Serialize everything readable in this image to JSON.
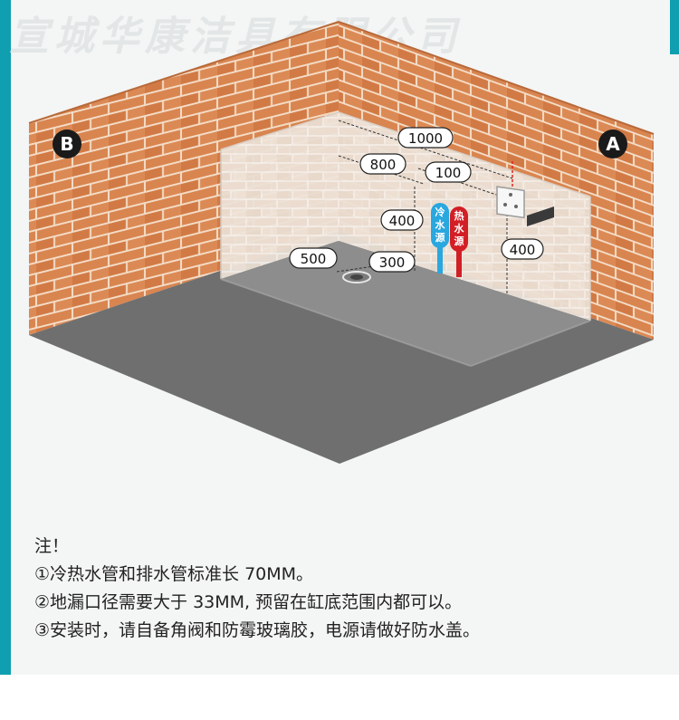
{
  "watermark": "宣城华康洁具有限公司",
  "diagram": {
    "corner_a": "A",
    "corner_b": "B",
    "dimensions": {
      "d1000": "1000",
      "d800": "800",
      "d100": "100",
      "d400_left": "400",
      "d400_right": "400",
      "d500": "500",
      "d300": "300"
    },
    "pipes": {
      "cold": "冷水源",
      "hot": "热水源"
    },
    "colors": {
      "brick": "#d9824e",
      "mortar": "#f5e3d2",
      "floor": "#6e6e6e",
      "cold_pipe": "#29a7df",
      "hot_pipe": "#d21f25"
    }
  },
  "notes": {
    "heading": "注！",
    "line1": "①冷热水管和排水管标准长 70MM。",
    "line2": "②地漏口径需要大于 33MM, 预留在缸底范围内都可以。",
    "line3": "③安装时，请自备角阀和防霉玻璃胶，电源请做好防水盖。"
  }
}
